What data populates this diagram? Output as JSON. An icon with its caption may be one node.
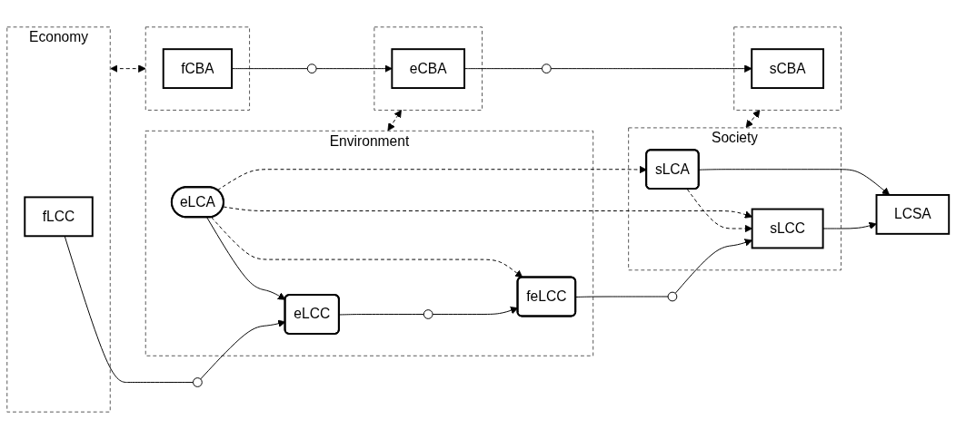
{
  "diagram": {
    "nodes": [
      {
        "text": [
          "Economy"
        ]
      },
      {
        "text": [
          "Environment"
        ]
      },
      {
        "text": [
          "Society"
        ]
      },
      {
        "text": [
          "eLCA"
        ],
        "in": 1
      },
      {
        "text": [
          "sLCA"
        ],
        "in": 2
      },
      {
        "text": [
          "LCSA"
        ]
      },
      {
        "text": [
          "fLCC"
        ],
        "in": 0
      },
      {
        "text": [],
        "shape": "circle"
      },
      {
        "text": [
          "eLCC"
        ],
        "in": 1
      },
      {
        "text": [],
        "shape": "circle",
        "in": 1
      },
      {
        "text": [
          "feLCC"
        ],
        "in": 1
      },
      {
        "text": [],
        "shape": "circle"
      },
      {
        "text": [
          "sLCC"
        ],
        "in": 2
      },
      {
        "text": [],
        "shape": "box"
      },
      {
        "text": [],
        "shape": "box"
      },
      {
        "text": [],
        "shape": "box"
      },
      {
        "text": [
          "fCBA"
        ],
        "in": 13
      },
      {
        "text": [],
        "shape": "circle"
      },
      {
        "text": [
          "eCBA"
        ],
        "in": 14
      },
      {
        "text": [],
        "shape": "circle"
      },
      {
        "text": [
          "sCBA"
        ],
        "in": 15
      }
    ],
    "edges": [
      {
        "from": 3,
        "to": 8,
        "arrow": "to"
      },
      {
        "from": 3,
        "to": 10,
        "arrow": "to",
        "style": "dashed"
      },
      {
        "from": 3,
        "to": 4,
        "arrow": "to",
        "style": "dashed"
      },
      {
        "from": 3,
        "to": 12,
        "arrow": "to",
        "style": "dashed"
      },
      {
        "from": 4,
        "to": 12,
        "arrow": "to",
        "style": "dashed"
      },
      {
        "from": 4,
        "to": 5,
        "arrow": "to"
      },
      {
        "from": 12,
        "to": 5,
        "arrow": "to"
      },
      {
        "from": 6,
        "to": 7,
        "arrow": "none"
      },
      {
        "from": 7,
        "to": 8,
        "arrow": "to"
      },
      {
        "from": 8,
        "to": 9,
        "arrow": "none"
      },
      {
        "from": 9,
        "to": 10,
        "arrow": "to"
      },
      {
        "from": 10,
        "to": 11,
        "arrow": "none"
      },
      {
        "from": 11,
        "to": 12,
        "arrow": "to"
      },
      {
        "from": 0,
        "to": 13,
        "arrow": "both",
        "style": "dashed"
      },
      {
        "from": 1,
        "to": 14,
        "arrow": "both",
        "style": "dashed"
      },
      {
        "from": 2,
        "to": 15,
        "arrow": "both",
        "style": "dashed"
      },
      {
        "from": 16,
        "to": 17,
        "arrow": "none"
      },
      {
        "from": 17,
        "to": 18,
        "arrow": "to"
      },
      {
        "from": 18,
        "to": 19,
        "arrow": "none"
      },
      {
        "from": 19,
        "to": 20,
        "arrow": "to"
      }
    ]
  }
}
